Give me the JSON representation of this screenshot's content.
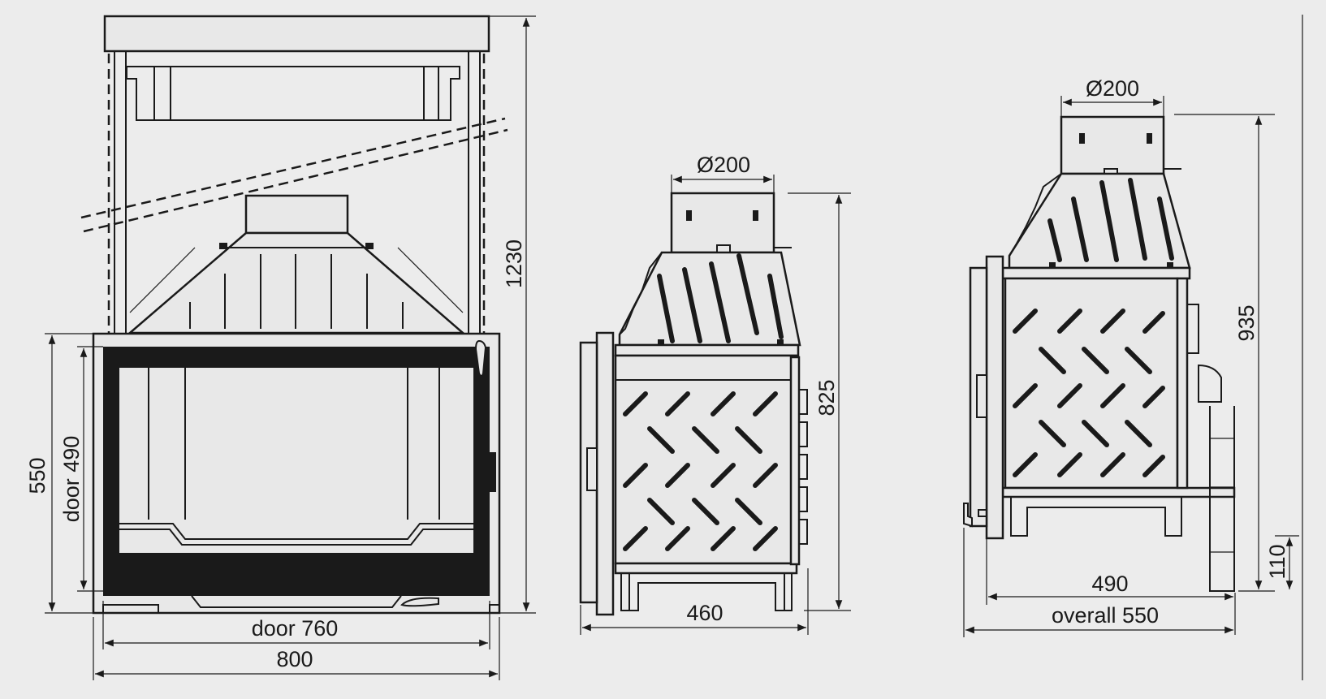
{
  "colors": {
    "background": "#ececec",
    "ink": "#1a1a1a"
  },
  "front_view": {
    "dim_width_overall": "800",
    "dim_door_width": "door 760",
    "dim_height_550": "550",
    "dim_door_height": "door 490",
    "dim_total_height": "1230"
  },
  "side_view_compact": {
    "dim_flue": "Ø200",
    "dim_height": "825",
    "dim_depth": "460"
  },
  "side_view_full": {
    "dim_flue": "Ø200",
    "dim_height": "935",
    "dim_base": "110",
    "dim_depth": "490",
    "dim_overall": "overall 550"
  }
}
